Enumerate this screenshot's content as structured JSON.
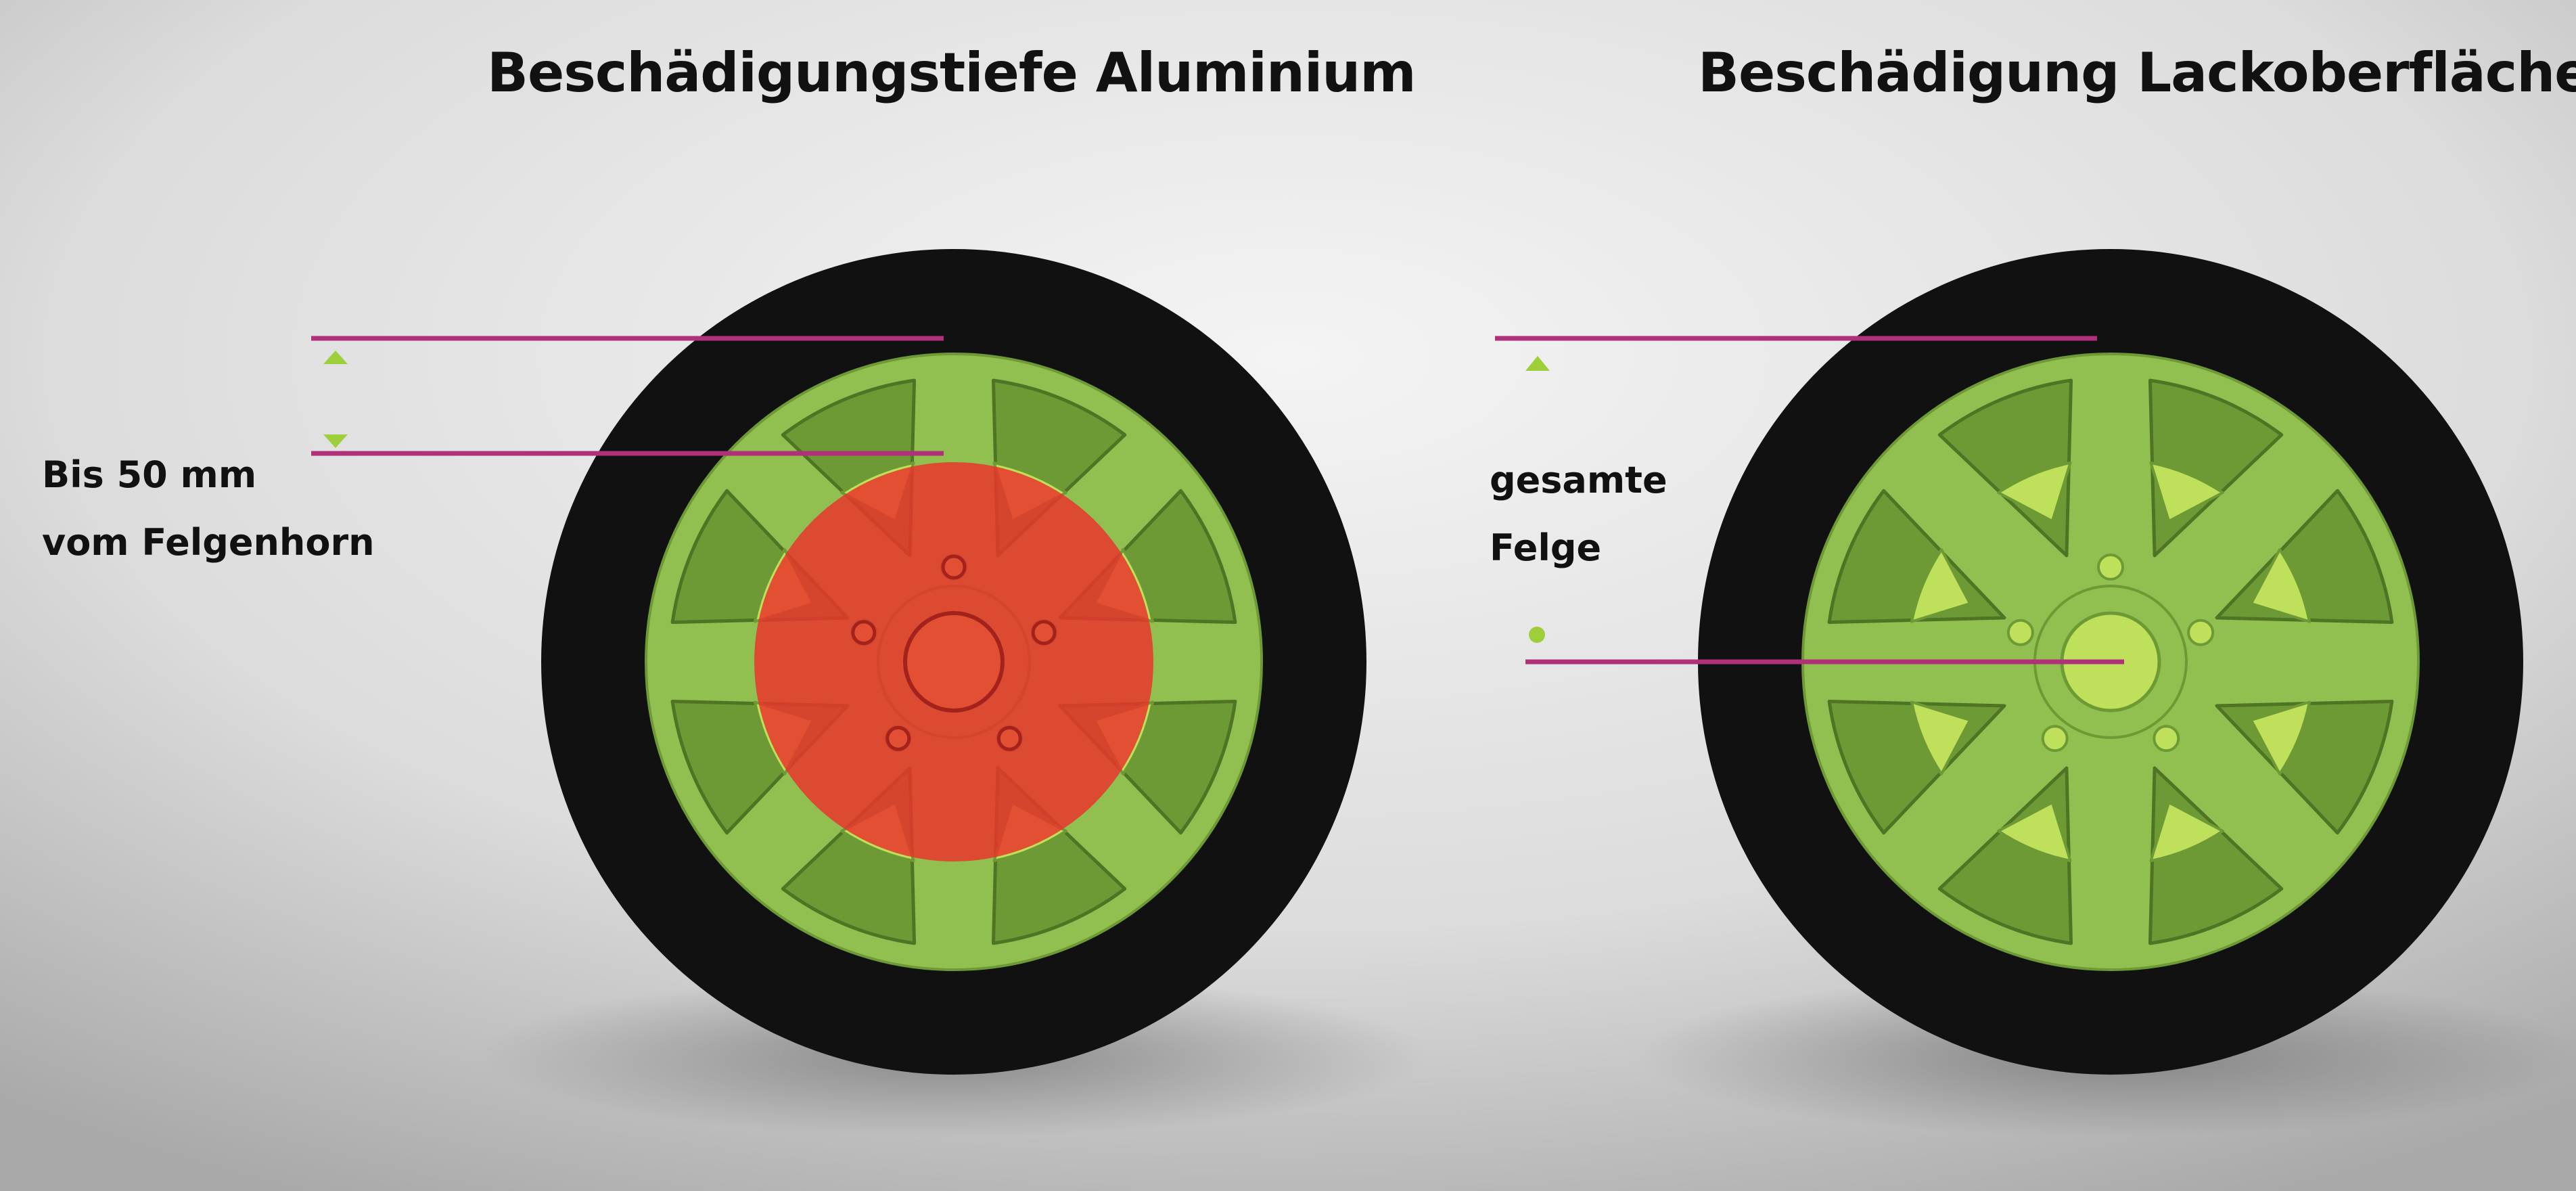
{
  "panels": [
    {
      "title": "Beschädigungstiefe Aluminium",
      "annotation": [
        "Bis 50 mm",
        "vom Felgenhorn"
      ],
      "damage_zone": "rim-center"
    },
    {
      "title": "Beschädigung Lackoberfläche",
      "annotation": [
        "gesamte",
        "Felge"
      ],
      "damage_zone": "entire-rim"
    }
  ],
  "colors": {
    "tire": "#111111",
    "rim": "#92c050",
    "rim_light": "#bfe05a",
    "rim_dark": "#6e9a36",
    "damage": "#e8352c",
    "marker_line": "#b0307a",
    "marker_arrow": "#9ccf3a",
    "background": "#d9d9d9"
  }
}
